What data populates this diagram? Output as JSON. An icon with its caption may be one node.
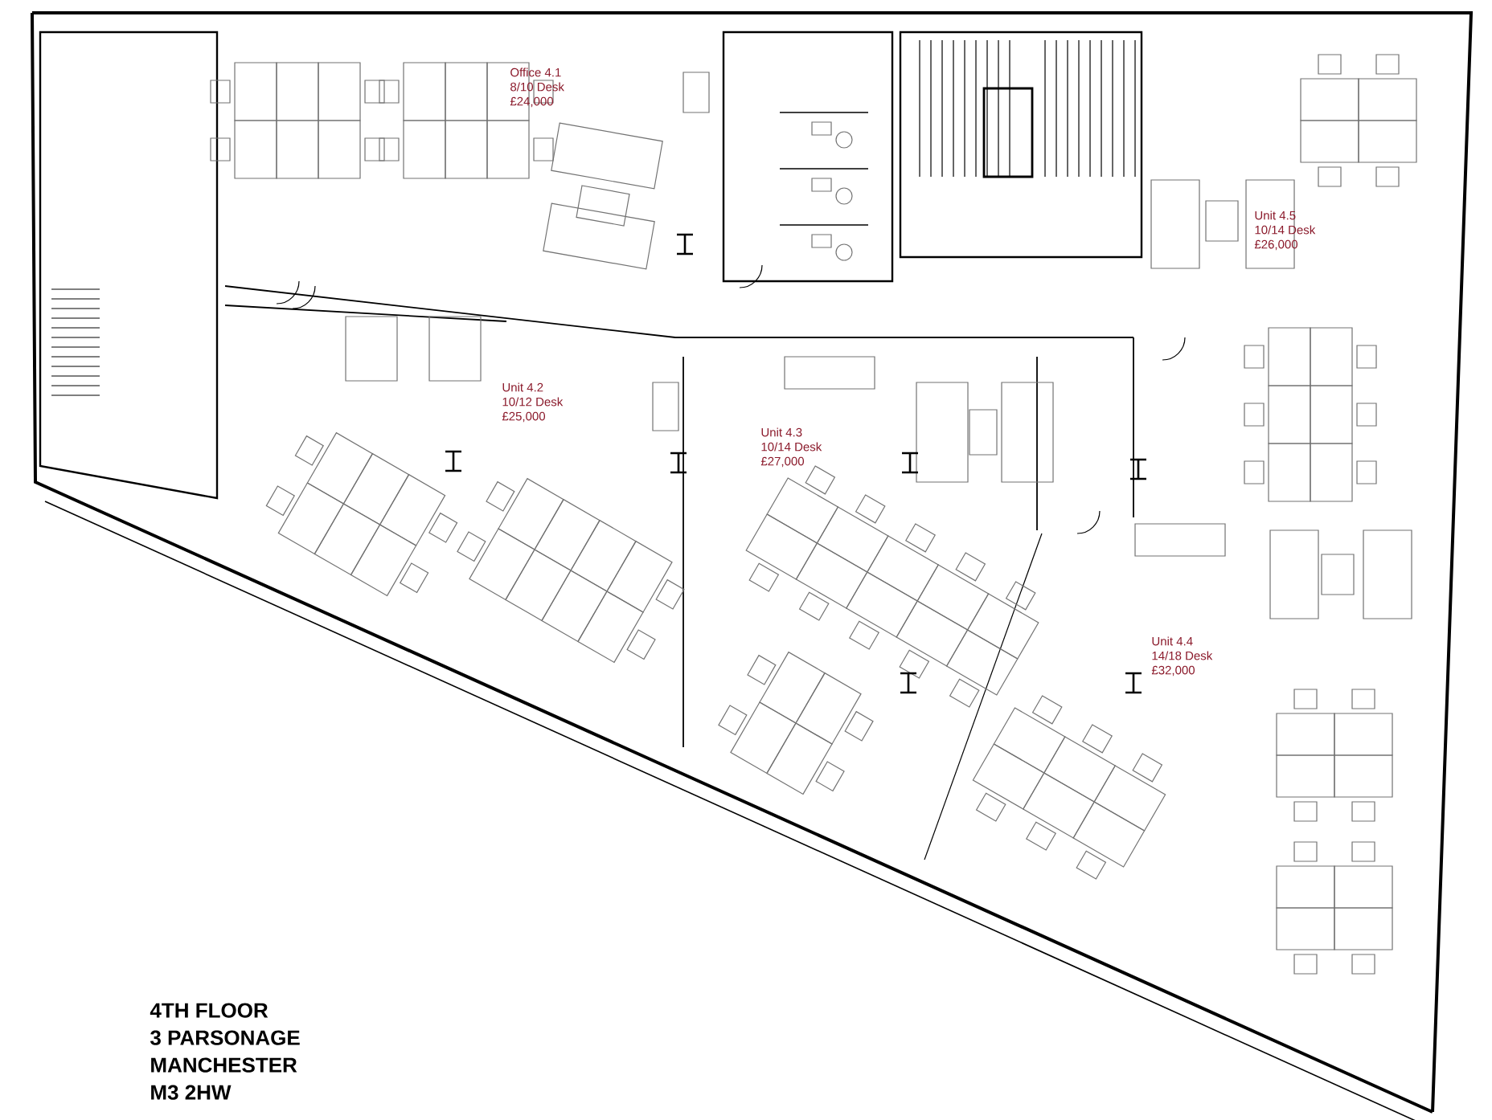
{
  "diagram": {
    "nodes": [
      {
        "text": [
          "Office 4.1",
          "8/10 Desk",
          "£24,000"
        ]
      },
      {
        "text": [
          "Unit 4.5",
          "10/14 Desk",
          "£26,000"
        ]
      },
      {
        "text": [
          "Unit 4.2",
          "10/12 Desk",
          "£25,000"
        ]
      },
      {
        "text": [
          "Unit 4.3",
          "10/14 Desk",
          "£27,000"
        ]
      },
      {
        "text": [
          "Unit 4.4",
          "14/18 Desk",
          "£32,000"
        ]
      }
    ],
    "labels": [
      "4TH FLOOR",
      "3 PARSONAGE",
      "MANCHESTER",
      "M3 2HW"
    ]
  }
}
